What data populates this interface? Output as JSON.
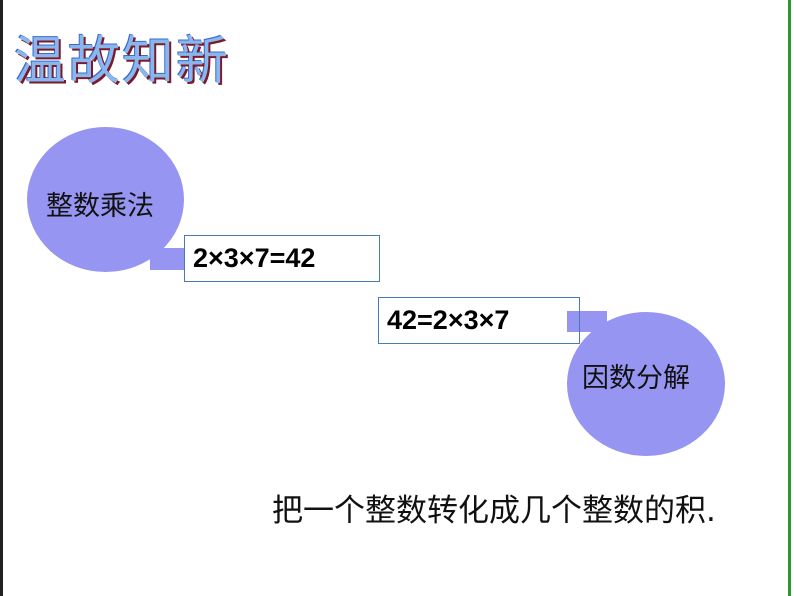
{
  "title": "温故知新",
  "bubble_multiply": {
    "label": "整数乘法",
    "equation": "2×3×7=42"
  },
  "bubble_factor": {
    "label": "因数分解",
    "equation": "42=2×3×7"
  },
  "summary": "把一个整数转化成几个整数的积.",
  "colors": {
    "bubble": "#9696f2",
    "box_border": "#4a7ab5",
    "title": "#8ab6ee"
  }
}
